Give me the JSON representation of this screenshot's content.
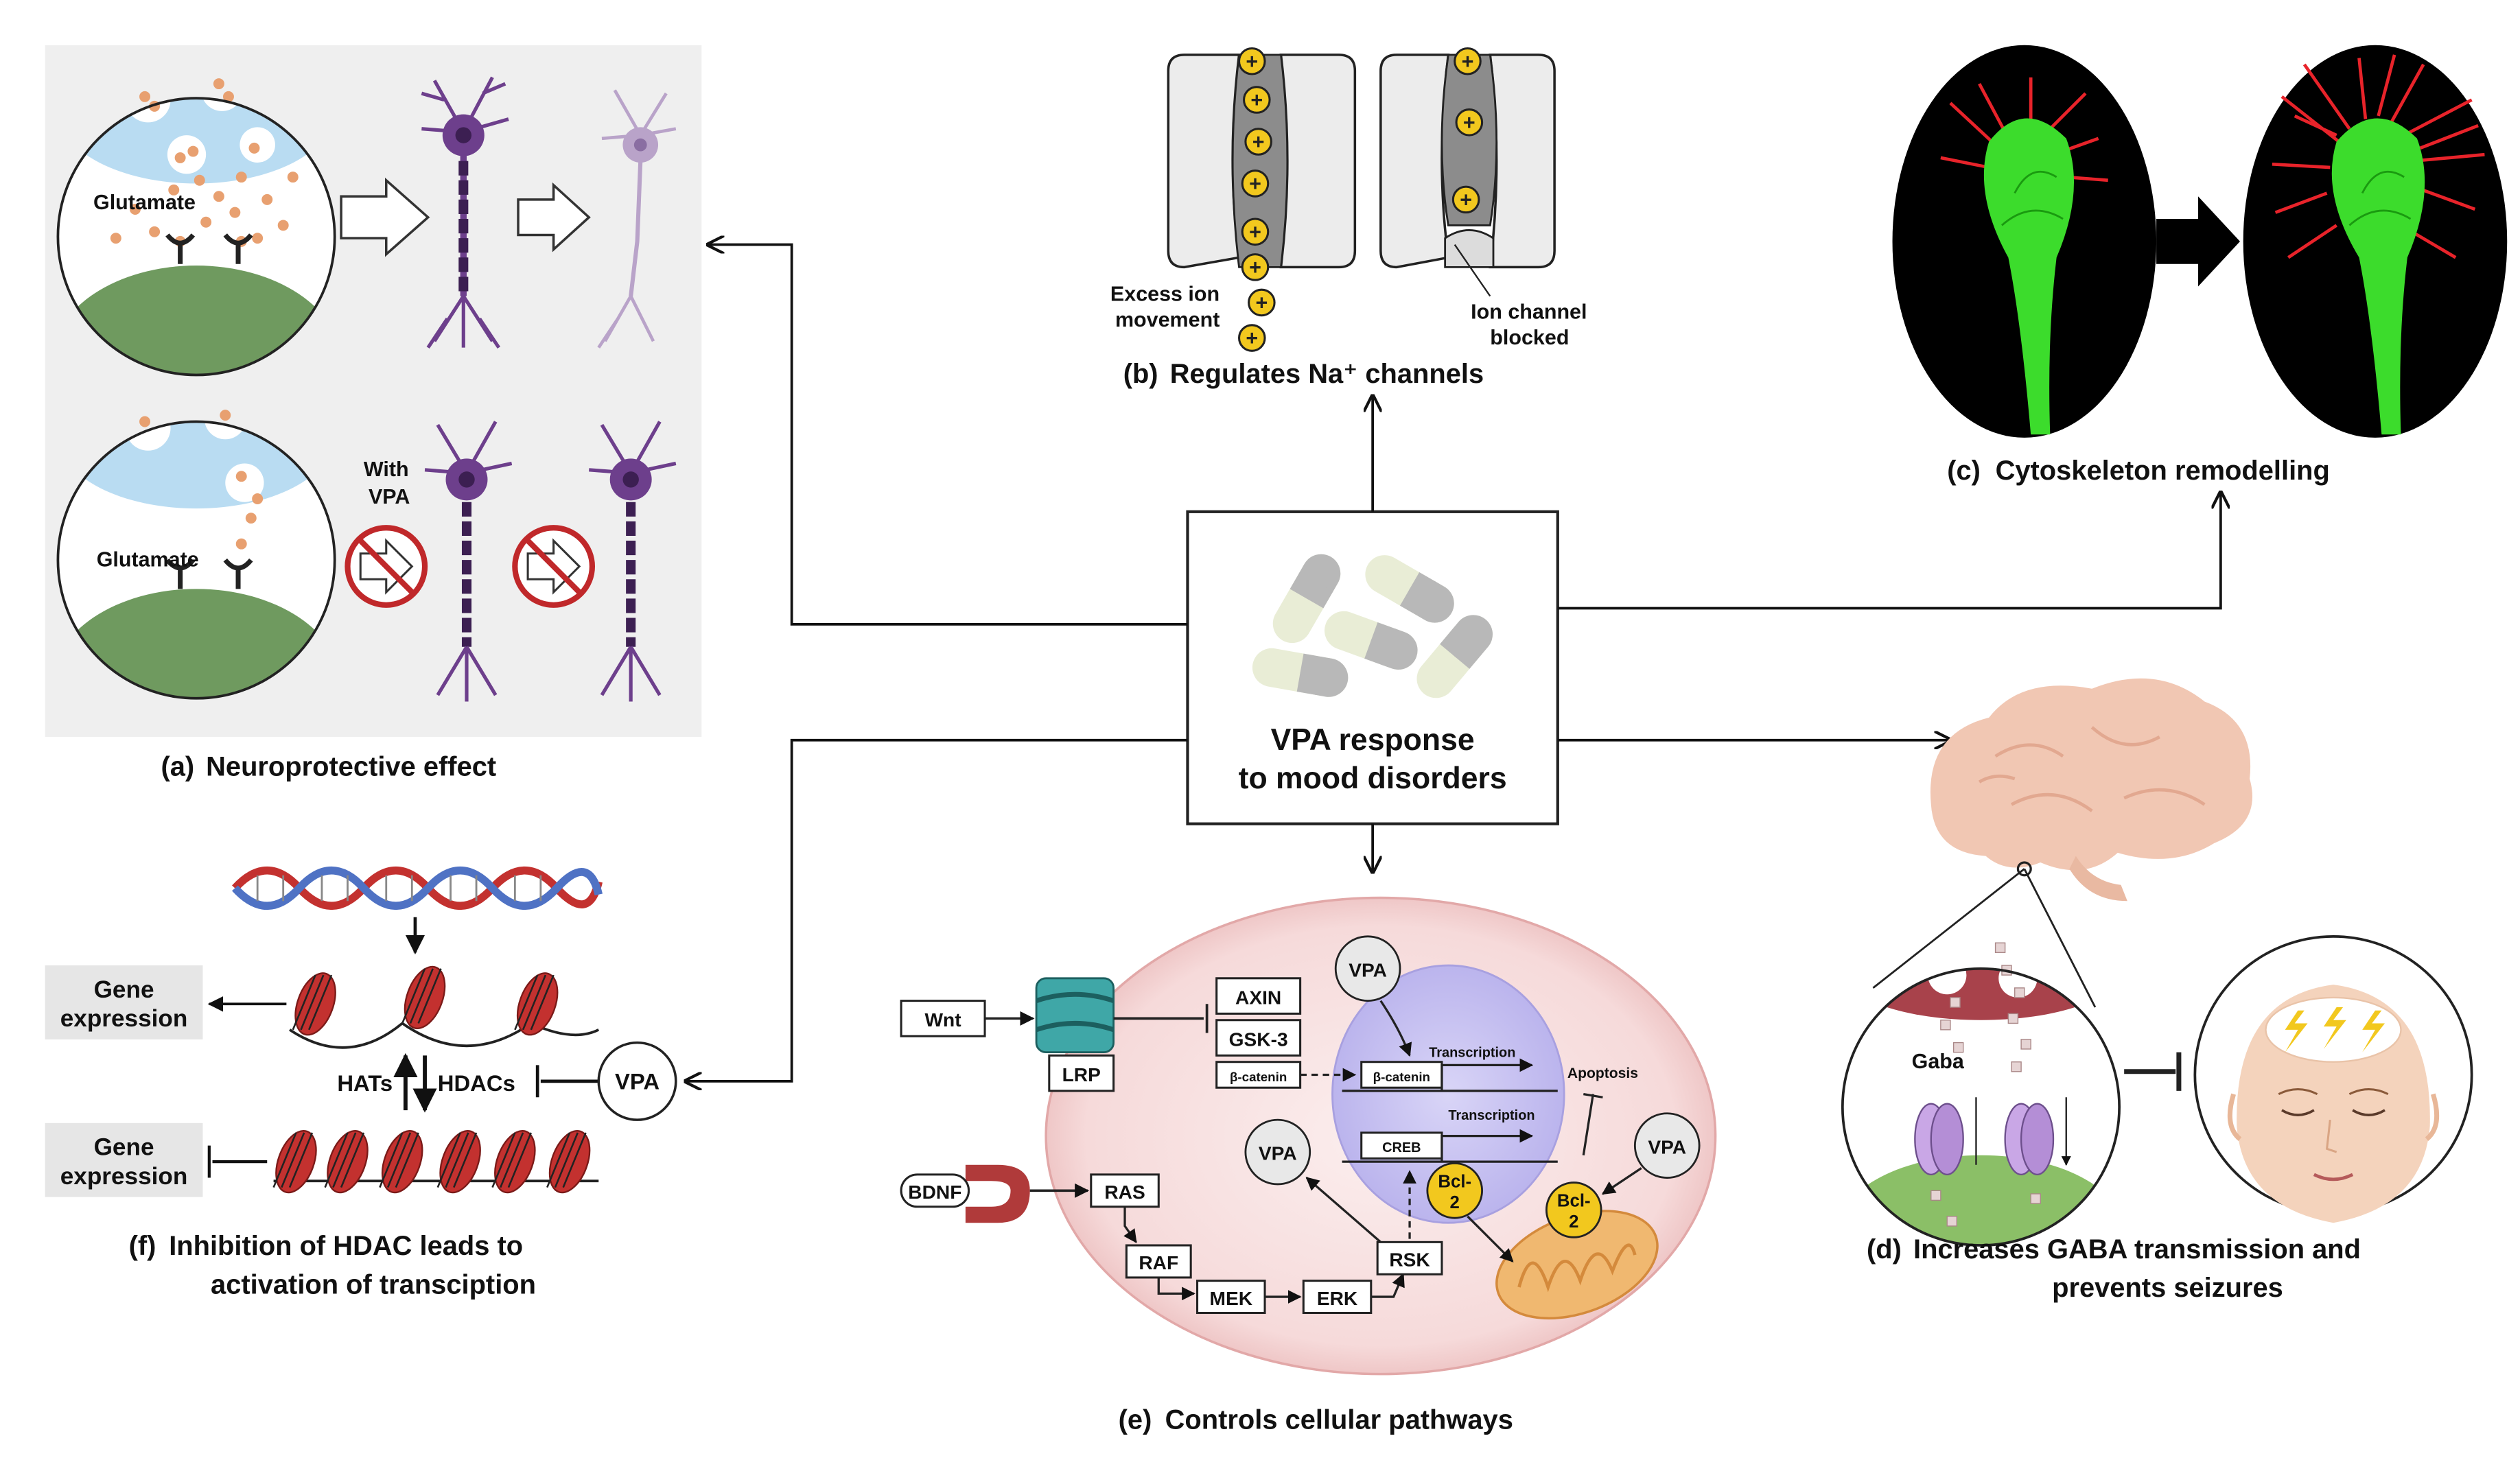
{
  "center": {
    "line1": "VPA response",
    "line2": "to mood disorders"
  },
  "panel_a": {
    "caption_letter": "(a)",
    "caption": "Neuroprotective effect",
    "glutamate_top": "Glutamate",
    "glutamate_bottom": "Glutamate",
    "with_vpa_1": "With",
    "with_vpa_2": "VPA"
  },
  "panel_b": {
    "caption_letter": "(b)",
    "caption": "Regulates Na⁺ channels",
    "excess_1": "Excess ion",
    "excess_2": "movement",
    "blocked_1": "Ion channel",
    "blocked_2": "blocked",
    "ion_symbol": "+"
  },
  "panel_c": {
    "caption_letter": "(c)",
    "caption": "Cytoskeleton remodelling"
  },
  "panel_d": {
    "caption_letter": "(d)",
    "caption_1": "Increases GABA transmission and",
    "caption_2": "prevents seizures",
    "gaba": "Gaba"
  },
  "panel_e": {
    "caption_letter": "(e)",
    "caption": "Controls cellular pathways",
    "wnt": "Wnt",
    "lrp": "LRP",
    "axin": "AXIN",
    "gsk3": "GSK-3",
    "bcat_small": "β-catenin",
    "bcat_nuc": "β-catenin",
    "vpa_top": "VPA",
    "vpa_mid": "VPA",
    "vpa_right": "VPA",
    "transcription_1": "Transcription",
    "transcription_2": "Transcription",
    "creb": "CREB",
    "apoptosis": "Apoptosis",
    "bcl2_a": "Bcl-",
    "bcl2_b": "2",
    "bcl2_c": "Bcl-",
    "bcl2_d": "2",
    "bdnf": "BDNF",
    "ras": "RAS",
    "raf": "RAF",
    "mek": "MEK",
    "erk": "ERK",
    "rsk": "RSK"
  },
  "panel_f": {
    "caption_letter": "(f)",
    "caption_1": "Inhibition of HDAC leads to",
    "caption_2": "activation of transciption",
    "gene_expr_top_1": "Gene",
    "gene_expr_top_2": "expression",
    "gene_expr_bot_1": "Gene",
    "gene_expr_bot_2": "expression",
    "hats": "HATs",
    "hdacs": "HDACs",
    "vpa": "VPA"
  },
  "colors": {
    "neuron": "#6d3f8c",
    "neuron_faded": "#b9a3c9",
    "vesicle": "#b9dcf2",
    "dendrite_green": "#6f9a5f",
    "gaba_green": "#8bbf67",
    "ion_yellow": "#f2c81e",
    "channel_gray": "#8c8c8c",
    "cell_pink": "#f6dede",
    "nucleus_lavender": "#c9c4f0",
    "dna_red": "#c3312f",
    "dna_blue": "#4f72c4",
    "microtubule_green": "#3cdc2c",
    "actin_red": "#e8232a",
    "brain_pink": "#f1c7b3",
    "mito_orange": "#f0b870"
  }
}
